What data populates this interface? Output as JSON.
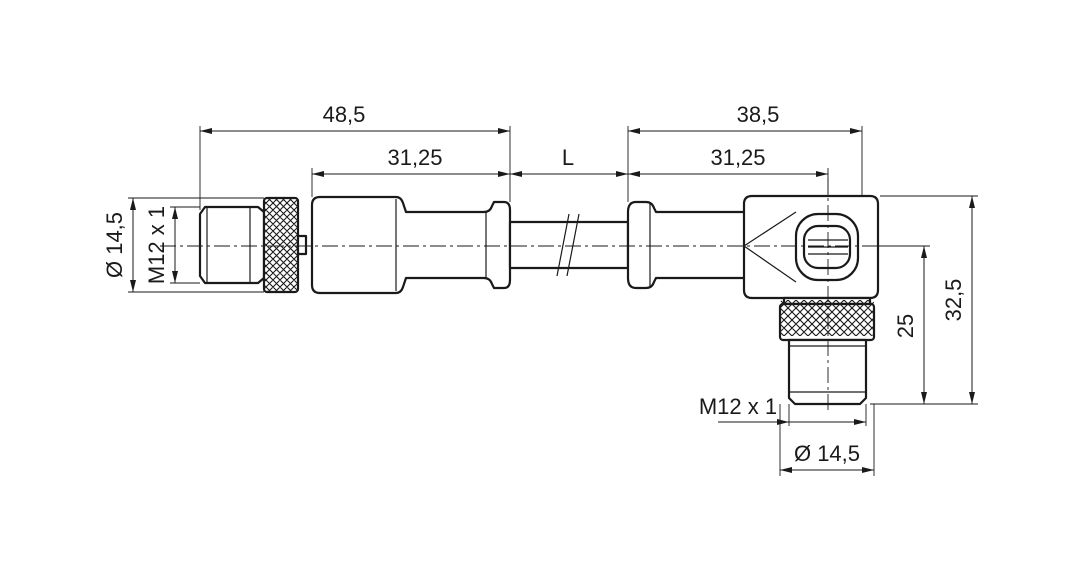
{
  "dimensions": {
    "left_length_overall": "48,5",
    "left_length_body": "31,25",
    "cable_length": "L",
    "right_length_overall": "38,5",
    "right_length_body": "31,25",
    "left_diameter": "Ø 14,5",
    "left_thread": "M12 x 1",
    "right_height_thread": "25",
    "right_height_overall": "32,5",
    "right_thread": "M12 x 1",
    "right_diameter": "Ø 14,5"
  }
}
